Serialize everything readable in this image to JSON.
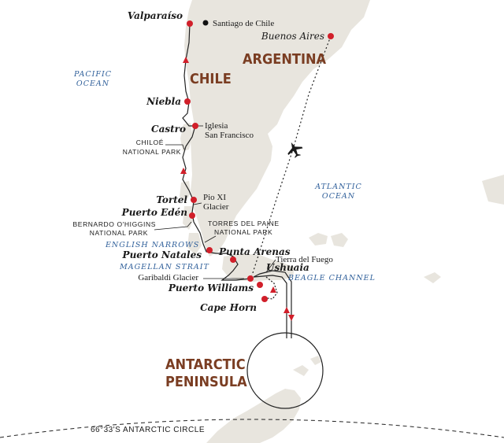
{
  "colors": {
    "land": "#e8e5de",
    "route": "#222222",
    "port": "#d11f2a",
    "sea_text": "#2f5f9a",
    "region_text": "#7a3d22"
  },
  "regions": [
    {
      "id": "argentina",
      "text": "ARGENTINA"
    },
    {
      "id": "chile",
      "text": "CHILE"
    },
    {
      "id": "antarctic-1",
      "text": "ANTARCTIC"
    },
    {
      "id": "antarctic-2",
      "text": "PENINSULA"
    }
  ],
  "seas": [
    {
      "id": "pacific-1",
      "text": "PACIFIC"
    },
    {
      "id": "pacific-2",
      "text": "OCEAN"
    },
    {
      "id": "atlantic-1",
      "text": "ATLANTIC"
    },
    {
      "id": "atlantic-2",
      "text": "OCEAN"
    },
    {
      "id": "english-narrows",
      "text": "ENGLISH NARROWS"
    },
    {
      "id": "magellan-strait",
      "text": "MAGELLAN STRAIT"
    },
    {
      "id": "beagle-channel",
      "text": "BEAGLE CHANNEL"
    }
  ],
  "ports": [
    {
      "id": "valparaiso",
      "text": "Valparaíso"
    },
    {
      "id": "buenos-aires",
      "text": "Buenos Aires"
    },
    {
      "id": "niebla",
      "text": "Niebla"
    },
    {
      "id": "castro",
      "text": "Castro"
    },
    {
      "id": "tortel",
      "text": "Tortel"
    },
    {
      "id": "puerto-eden",
      "text": "Puerto Edén"
    },
    {
      "id": "puerto-natales",
      "text": "Puerto Natales"
    },
    {
      "id": "punta-arenas",
      "text": "Punta Arenas"
    },
    {
      "id": "ushuaia",
      "text": "Ushuaia"
    },
    {
      "id": "puerto-williams",
      "text": "Puerto Williams"
    },
    {
      "id": "cape-horn",
      "text": "Cape Horn"
    }
  ],
  "places": [
    {
      "id": "santiago",
      "text": "Santiago de Chile"
    },
    {
      "id": "iglesia-1",
      "text": "Iglesia"
    },
    {
      "id": "iglesia-2",
      "text": "San Francisco"
    },
    {
      "id": "pio-1",
      "text": "Pio XI"
    },
    {
      "id": "pio-2",
      "text": "Glacier"
    },
    {
      "id": "tierra-del-fuego",
      "text": "Tierra del Fuego"
    },
    {
      "id": "garibaldi",
      "text": "Garibaldi Glacier"
    }
  ],
  "caps": [
    {
      "id": "chiloe-1",
      "text": "CHILOÉ"
    },
    {
      "id": "chiloe-2",
      "text": "NATIONAL PARK"
    },
    {
      "id": "bernardo-1",
      "text": "BERNARDO O'HIGGINS"
    },
    {
      "id": "bernardo-2",
      "text": "NATIONAL PARK"
    },
    {
      "id": "torres-1",
      "text": "TORRES DEL PAINE"
    },
    {
      "id": "torres-2",
      "text": "NATIONAL PARK"
    }
  ],
  "antarctic_circle": {
    "text": "66°33'S ANTARCTIC CIRCLE"
  },
  "icons": {
    "flight": "airplane-icon",
    "capital": "capital-dot-icon"
  }
}
